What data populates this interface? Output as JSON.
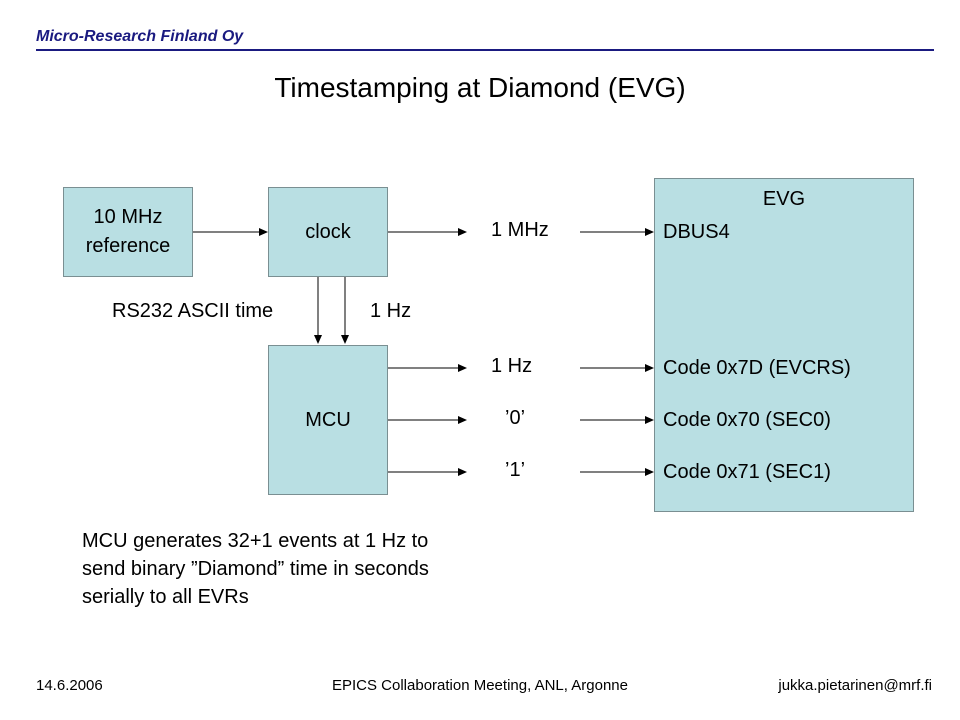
{
  "header": {
    "company": "Micro-Research Finland Oy",
    "title": "Timestamping at Diamond (EVG)"
  },
  "diagram": {
    "ref_box": {
      "line1": "10 MHz",
      "line2": "reference"
    },
    "clock_box": "clock",
    "mcu_box": "MCU",
    "evg_box": {
      "title": "EVG",
      "dbus": "DBUS4",
      "code_evcrs": "Code 0x7D (EVCRS)",
      "code_sec0": "Code 0x70 (SEC0)",
      "code_sec1": "Code 0x71 (SEC1)"
    },
    "labels": {
      "mhz": "1 MHz",
      "rs232": "RS232 ASCII time",
      "hz_clock": "1 Hz",
      "hz_mcu": "1 Hz",
      "zero": "’0’",
      "one": "’1’"
    }
  },
  "note": {
    "line1": "MCU generates 32+1 events at 1 Hz to",
    "line2": "send binary ”Diamond” time in seconds",
    "line3": "serially to all EVRs"
  },
  "footer": {
    "date": "14.6.2006",
    "event": "EPICS Collaboration Meeting, ANL, Argonne",
    "email": "jukka.pietarinen@mrf.fi"
  }
}
